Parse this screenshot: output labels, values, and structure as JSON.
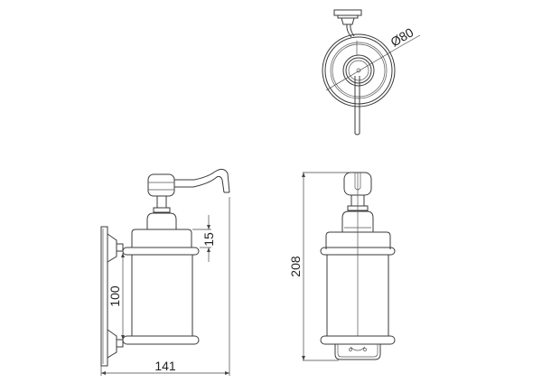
{
  "diagram": {
    "type": "technical drawing",
    "subject": "wall-mounted soap dispenser",
    "views": [
      {
        "name": "top-view",
        "dimension_label": "Ø80"
      },
      {
        "name": "side-view",
        "dimension_labels": [
          "15",
          "100",
          "141"
        ]
      },
      {
        "name": "front-view",
        "dimension_labels": [
          "208"
        ]
      }
    ]
  },
  "labels": {
    "diameter": "Ø80",
    "neck_height": "15",
    "bracket_spacing": "100",
    "depth": "141",
    "height": "208"
  }
}
